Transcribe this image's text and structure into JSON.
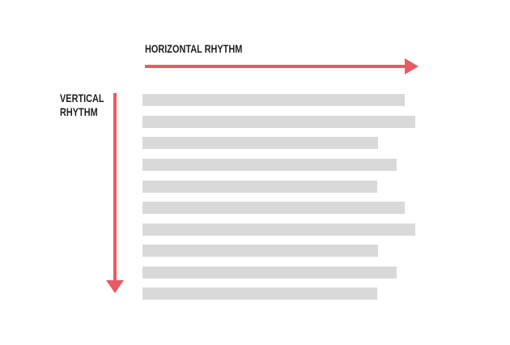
{
  "labels": {
    "horizontal": "HORIZONTAL RHYTHM",
    "vertical_line1": "VERTICAL",
    "vertical_line2": "RHYTHM"
  },
  "colors": {
    "accent": "#e85a66",
    "placeholder_line": "#d9d9d9",
    "text": "#1f1f1f",
    "background": "#ffffff"
  },
  "icons": {
    "horizontal_arrow": "arrow-right",
    "vertical_arrow": "arrow-down"
  }
}
